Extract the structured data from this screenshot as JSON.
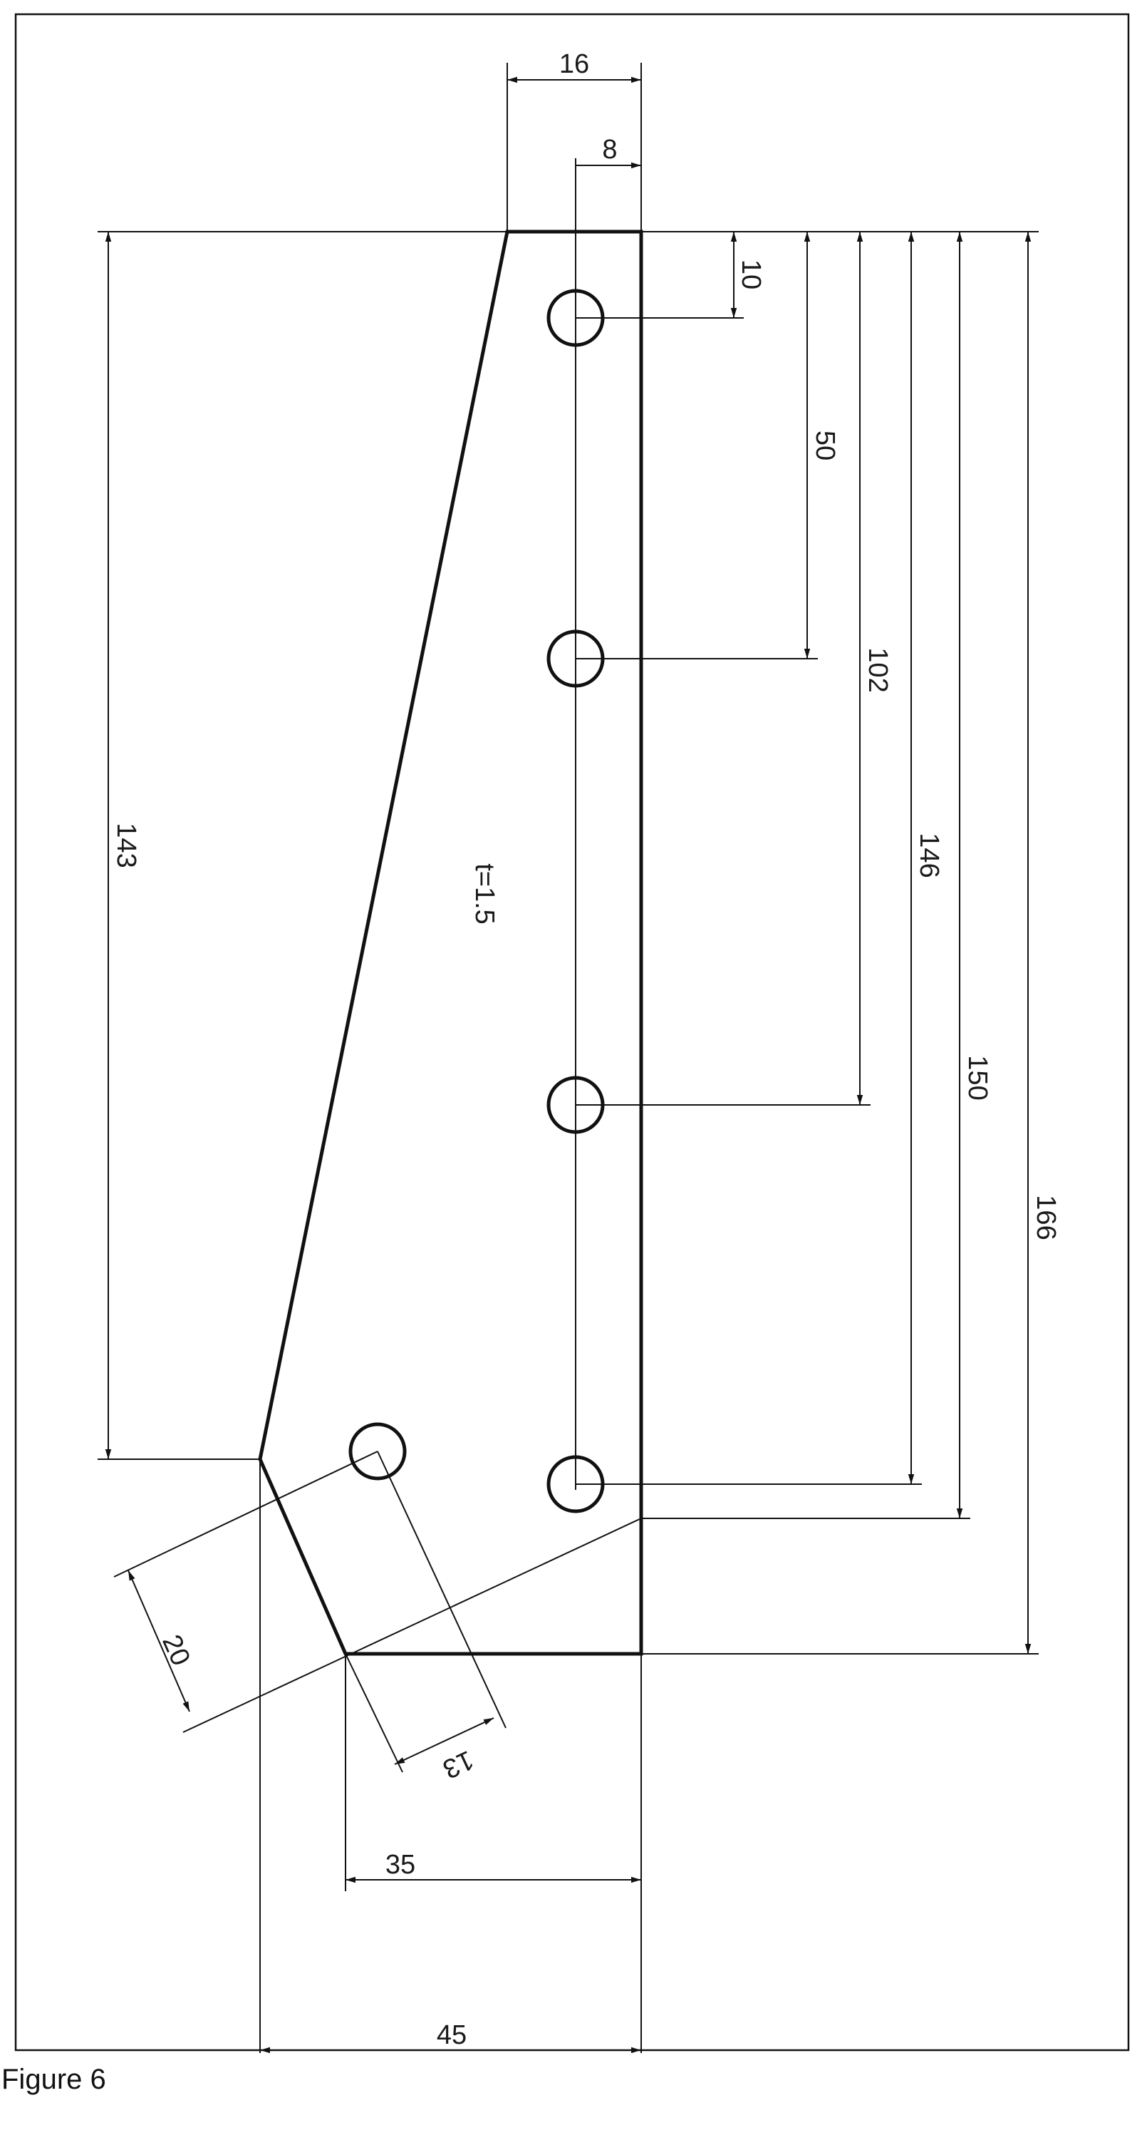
{
  "drawing": {
    "thickness_note": "t=1.5",
    "dimensions": {
      "d16": "16",
      "d8": "8",
      "d10": "10",
      "d50": "50",
      "d102": "102",
      "d143": "143",
      "d146": "146",
      "d150": "150",
      "d166": "166",
      "d20": "20",
      "d13": "13",
      "d35": "35",
      "d45": "45"
    }
  },
  "caption": "Figure 6"
}
